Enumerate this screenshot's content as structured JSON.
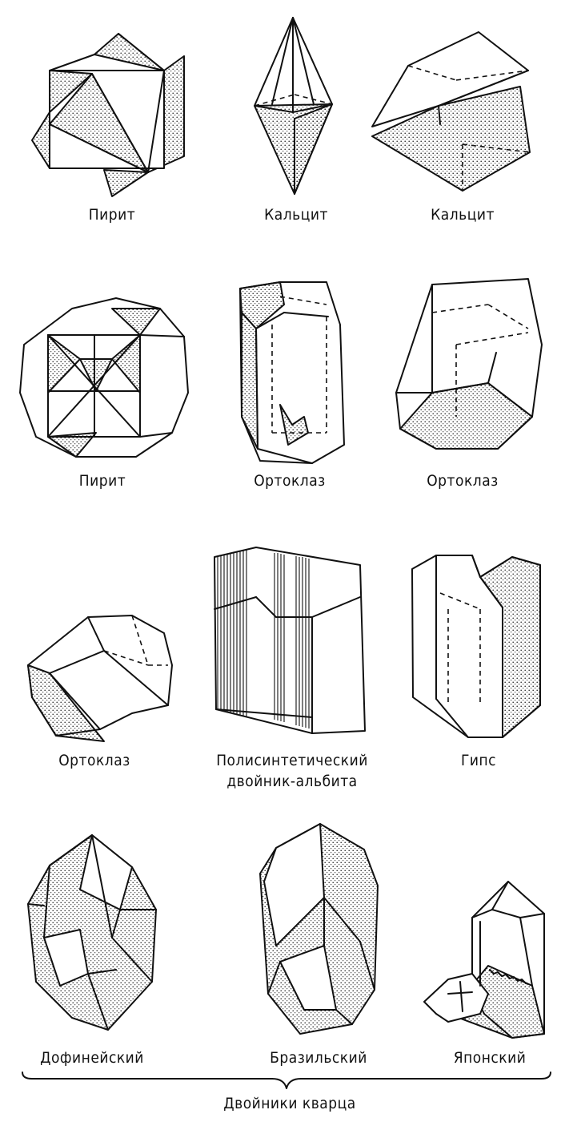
{
  "labels": {
    "pyrite1": "Пирит",
    "calcite1": "Кальцит",
    "calcite2": "Кальцит",
    "pyrite2": "Пирит",
    "orthoclase1": "Ортоклаз",
    "orthoclase2": "Ортоклаз",
    "orthoclase3": "Ортоклаз",
    "albite_line1": "Полисинтетический",
    "albite_line2": "двойник-альбита",
    "gypsum": "Гипс",
    "dauphine": "Дофинейский",
    "brazil": "Бразильский",
    "japan": "Японский",
    "quartz_twins": "Двойники кварца"
  }
}
